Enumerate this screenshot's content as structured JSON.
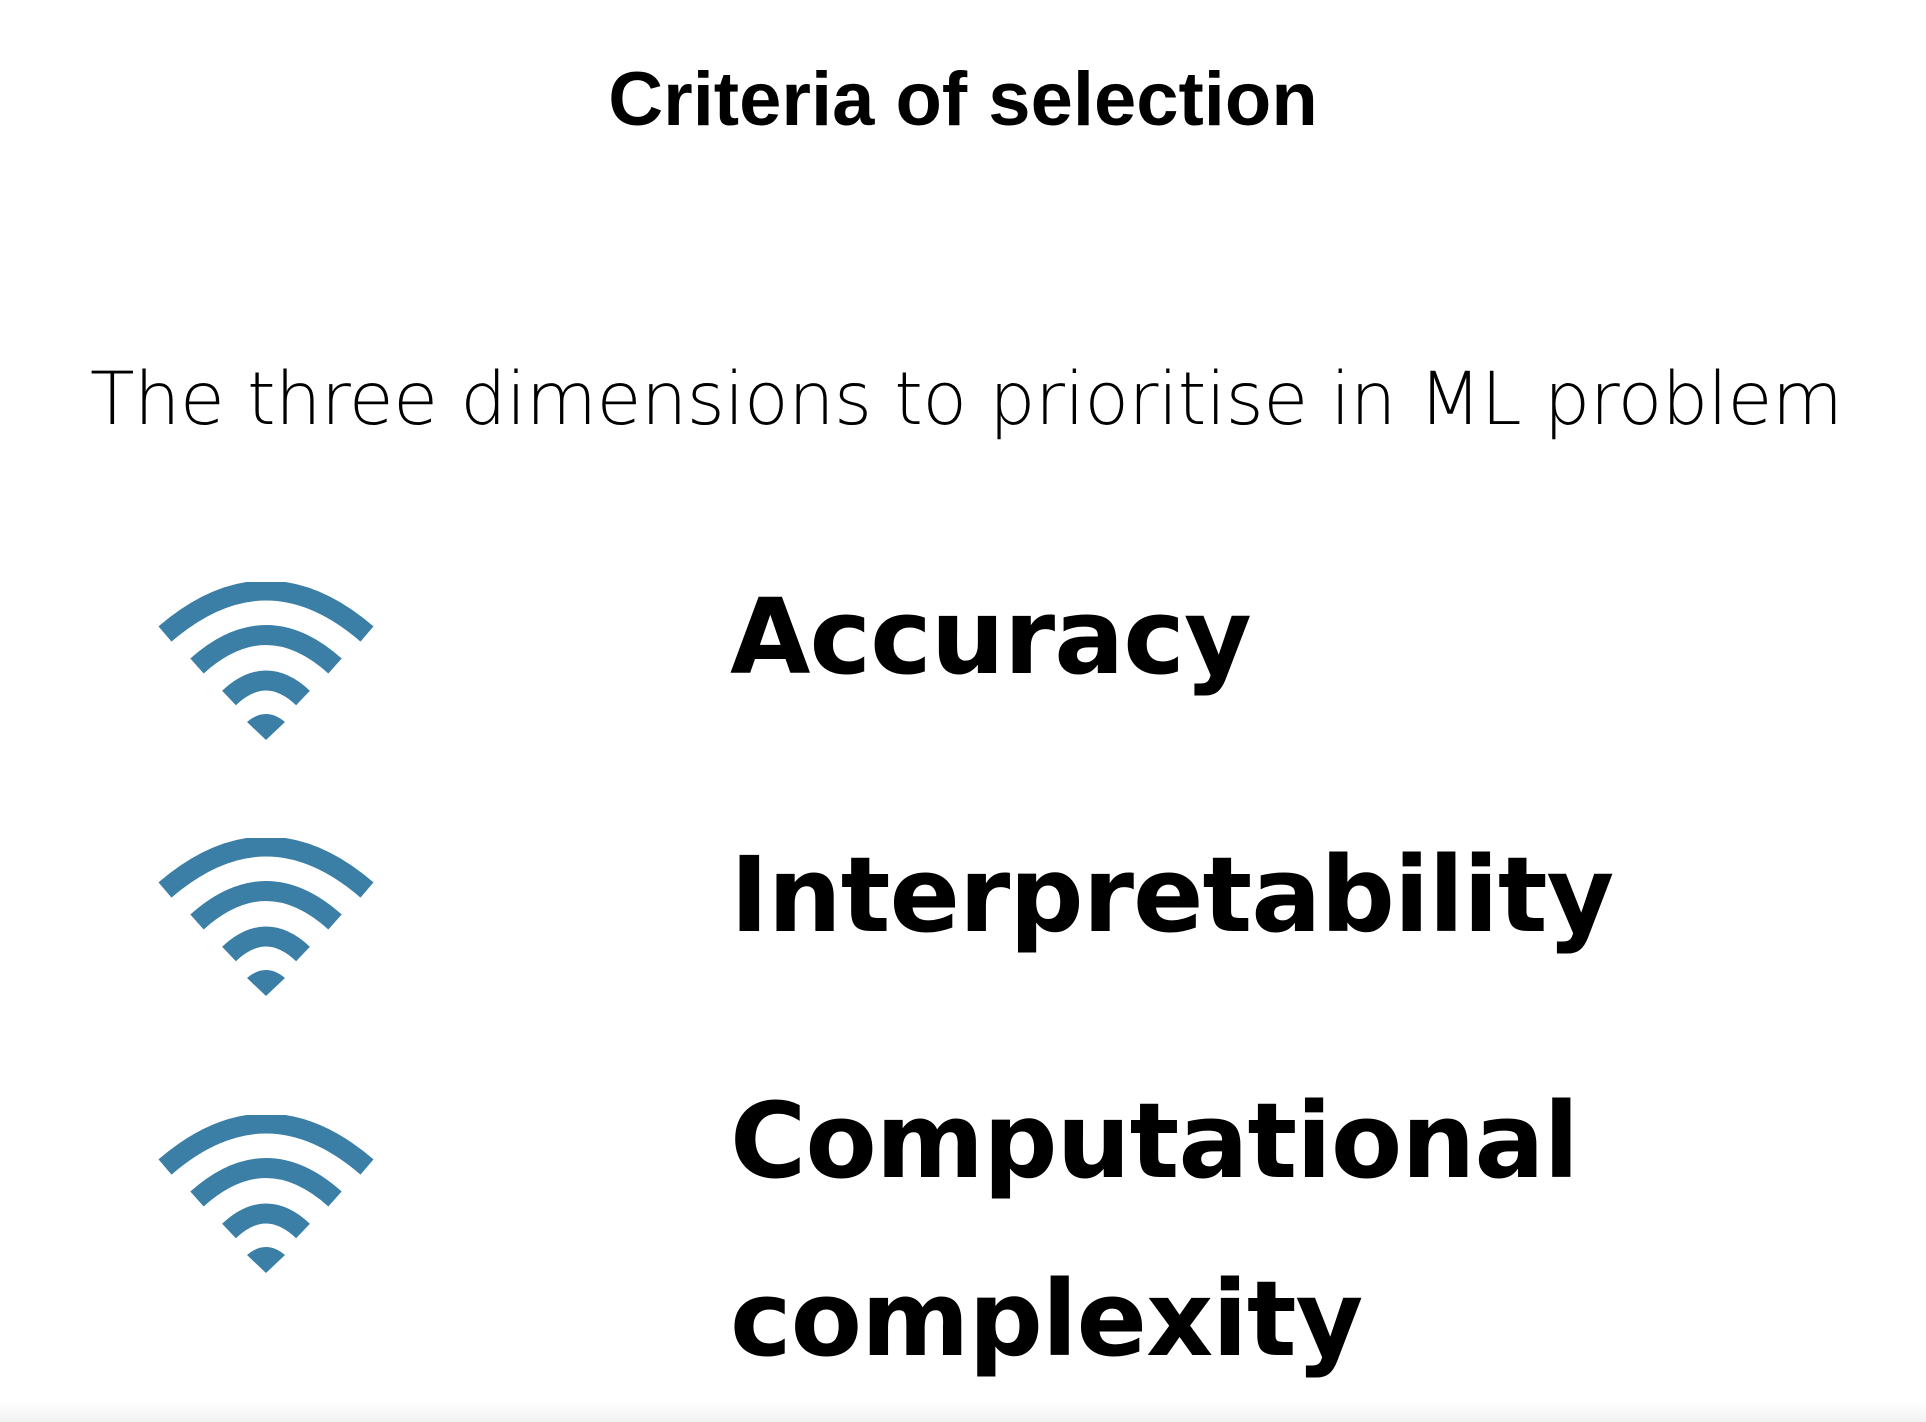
{
  "slide": {
    "title": "Criteria of selection",
    "subtitle": "The three dimensions to prioritise in ML problem",
    "icon_color": "#3b7ea6",
    "criteria": [
      {
        "icon": "wifi-signal-icon",
        "label": "Accuracy"
      },
      {
        "icon": "wifi-signal-icon",
        "label": "Interpretability"
      },
      {
        "icon": "wifi-signal-icon",
        "label_line1": "Computational",
        "label_line2": "complexity"
      }
    ]
  }
}
